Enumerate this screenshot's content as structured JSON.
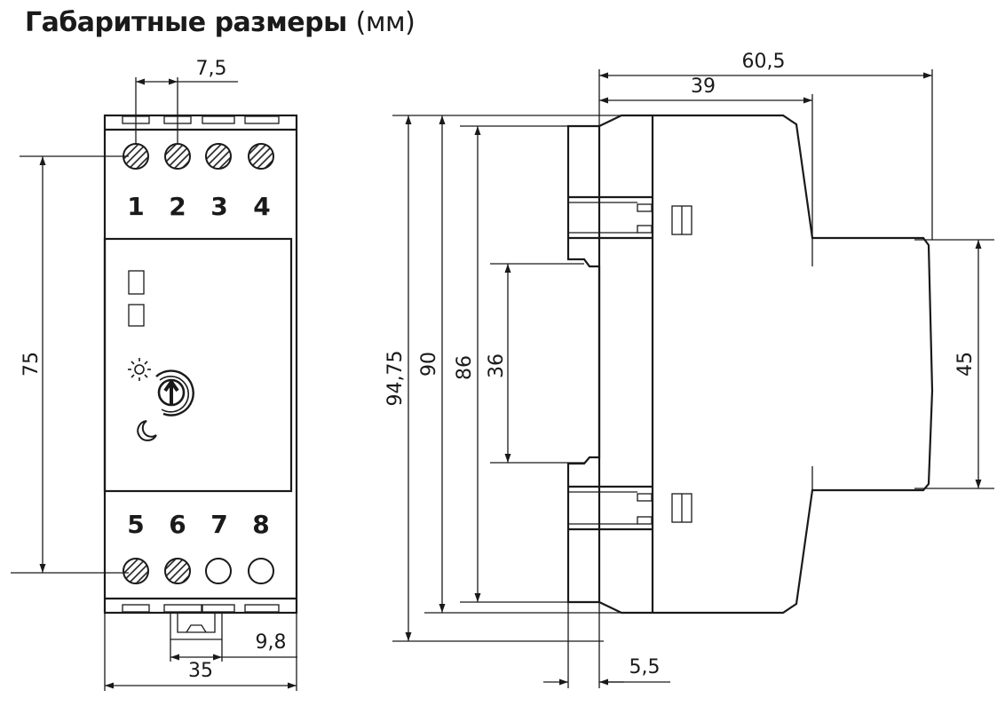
{
  "title": {
    "main": "Габаритные размеры",
    "unit": "(мм)"
  },
  "front_view": {
    "terminals_top": [
      "1",
      "2",
      "3",
      "4"
    ],
    "terminals_bottom": [
      "5",
      "6",
      "7",
      "8"
    ],
    "dims": {
      "pitch": "7,5",
      "height": "75",
      "width": "35",
      "rail": "9,8"
    },
    "icons": [
      "sun-icon",
      "moon-icon",
      "adjust-knob-icon"
    ]
  },
  "side_view": {
    "dims": {
      "depth_total": "60,5",
      "depth_front": "39",
      "h_total": "94,75",
      "h_body": "90",
      "h_terminal": "86",
      "rail_slot": "36",
      "front_height": "45",
      "rail_offset": "5,5"
    }
  },
  "colors": {
    "line": "#1a1a1a",
    "background": "#ffffff"
  }
}
